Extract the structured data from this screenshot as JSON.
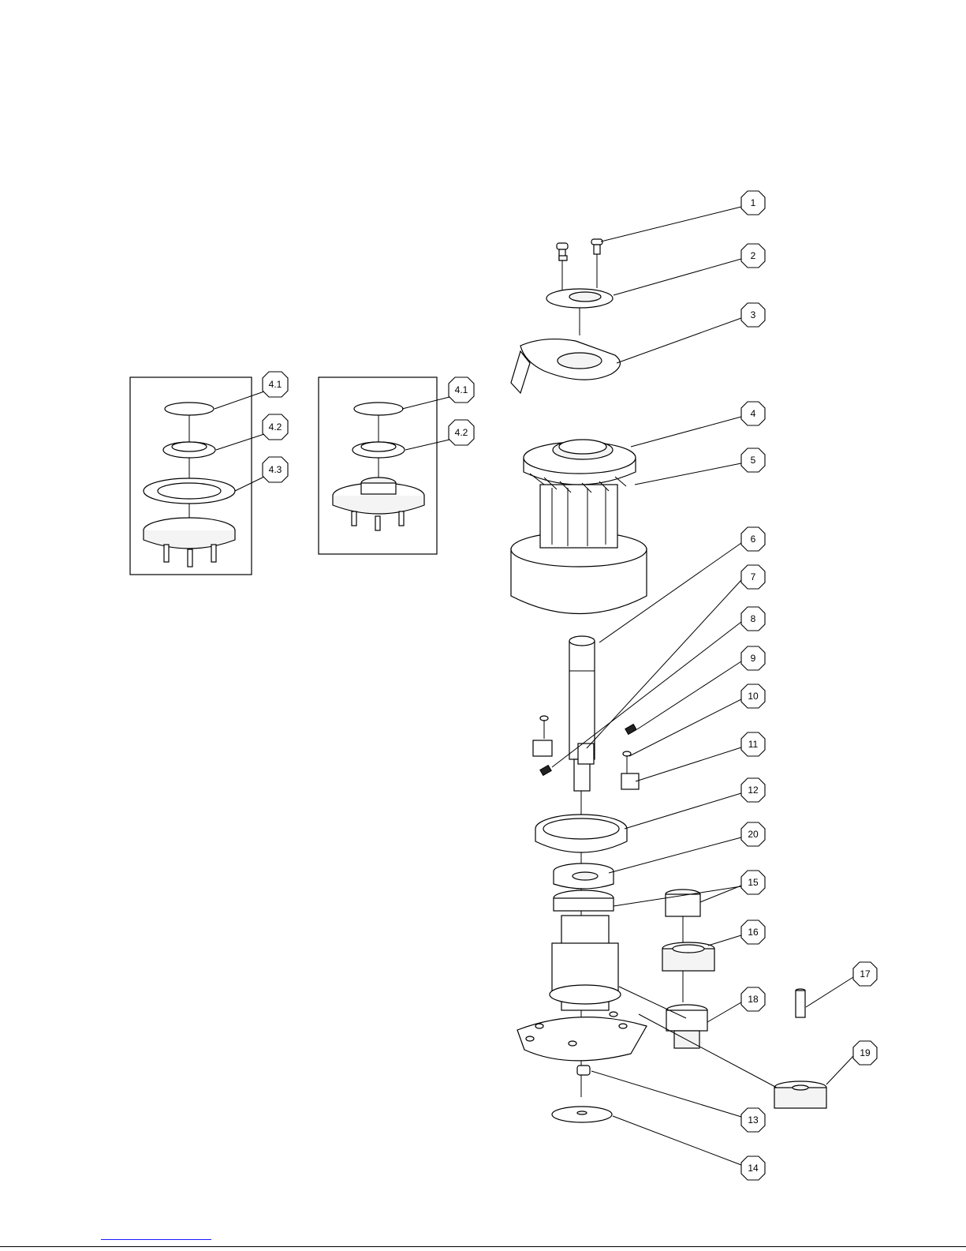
{
  "callouts": [
    {
      "id": "c1",
      "label": "1"
    },
    {
      "id": "c2",
      "label": "2"
    },
    {
      "id": "c3",
      "label": "3"
    },
    {
      "id": "c4",
      "label": "4"
    },
    {
      "id": "c5",
      "label": "5"
    },
    {
      "id": "c6",
      "label": "6"
    },
    {
      "id": "c7",
      "label": "7"
    },
    {
      "id": "c8",
      "label": "8"
    },
    {
      "id": "c9",
      "label": "9"
    },
    {
      "id": "c10",
      "label": "10"
    },
    {
      "id": "c11",
      "label": "11"
    },
    {
      "id": "c12",
      "label": "12"
    },
    {
      "id": "c20",
      "label": "20"
    },
    {
      "id": "c15",
      "label": "15"
    },
    {
      "id": "c16",
      "label": "16"
    },
    {
      "id": "c17",
      "label": "17"
    },
    {
      "id": "c18",
      "label": "18"
    },
    {
      "id": "c19",
      "label": "19"
    },
    {
      "id": "c13",
      "label": "13"
    },
    {
      "id": "c14",
      "label": "14"
    }
  ],
  "inset_left": {
    "callouts": [
      {
        "id": "l41",
        "label": "4.1"
      },
      {
        "id": "l42",
        "label": "4.2"
      },
      {
        "id": "l43",
        "label": "4.3"
      }
    ]
  },
  "inset_right": {
    "callouts": [
      {
        "id": "r41",
        "label": "4.1"
      },
      {
        "id": "r42",
        "label": "4.2"
      }
    ]
  }
}
